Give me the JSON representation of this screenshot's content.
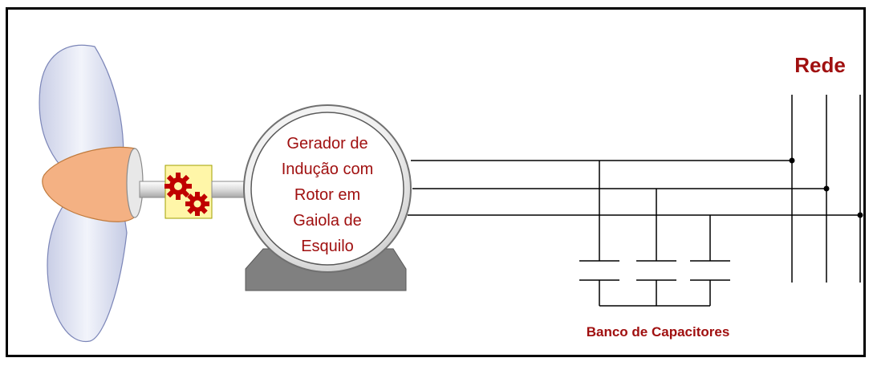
{
  "title": "",
  "generator": {
    "label_lines": [
      "Gerador de",
      "Indução com",
      "Rotor em",
      "Gaiola de",
      "Esquilo"
    ]
  },
  "grid": {
    "label": "Rede"
  },
  "capacitor_bank": {
    "label": "Banco de Capacitores"
  },
  "colors": {
    "text": "#a01010",
    "frame": "#000000",
    "hub": "#f4b183",
    "blade": "#dfe3f3",
    "gearbox": "#fff6a8",
    "gear": "#c00000",
    "machine_base": "#808080"
  }
}
